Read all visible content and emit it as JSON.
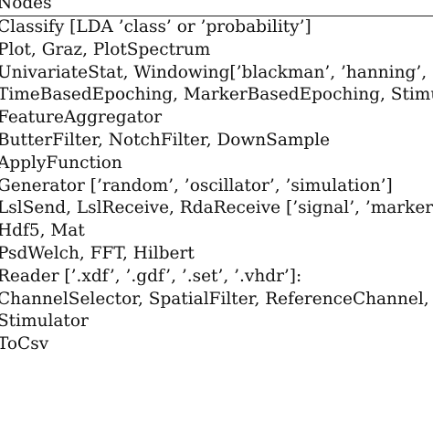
{
  "header": "Nodes",
  "rows": [
    "Classify [LDA ’class’ or ’probability’]",
    "Plot, Graz, PlotSpectrum",
    "UnivariateStat, Windowing[’blackman’, ’hanning’, ’ha",
    "TimeBasedEpoching, MarkerBasedEpoching, Stimula",
    "FeatureAggregator",
    "ButterFilter, NotchFilter, DownSample",
    "ApplyFunction",
    "Generator [’random’, ’oscillator’, ’simulation’]",
    "LslSend, LslReceive, RdaReceive [’signal’, ’marker’], L",
    "Hdf5, Mat",
    "PsdWelch, FFT, Hilbert",
    "Reader [’.xdf’, ’.gdf’, ’.set’, ’.vhdr’]:",
    "ChannelSelector, SpatialFilter, ReferenceChannel, Cor",
    "Stimulator",
    "ToCsv"
  ]
}
